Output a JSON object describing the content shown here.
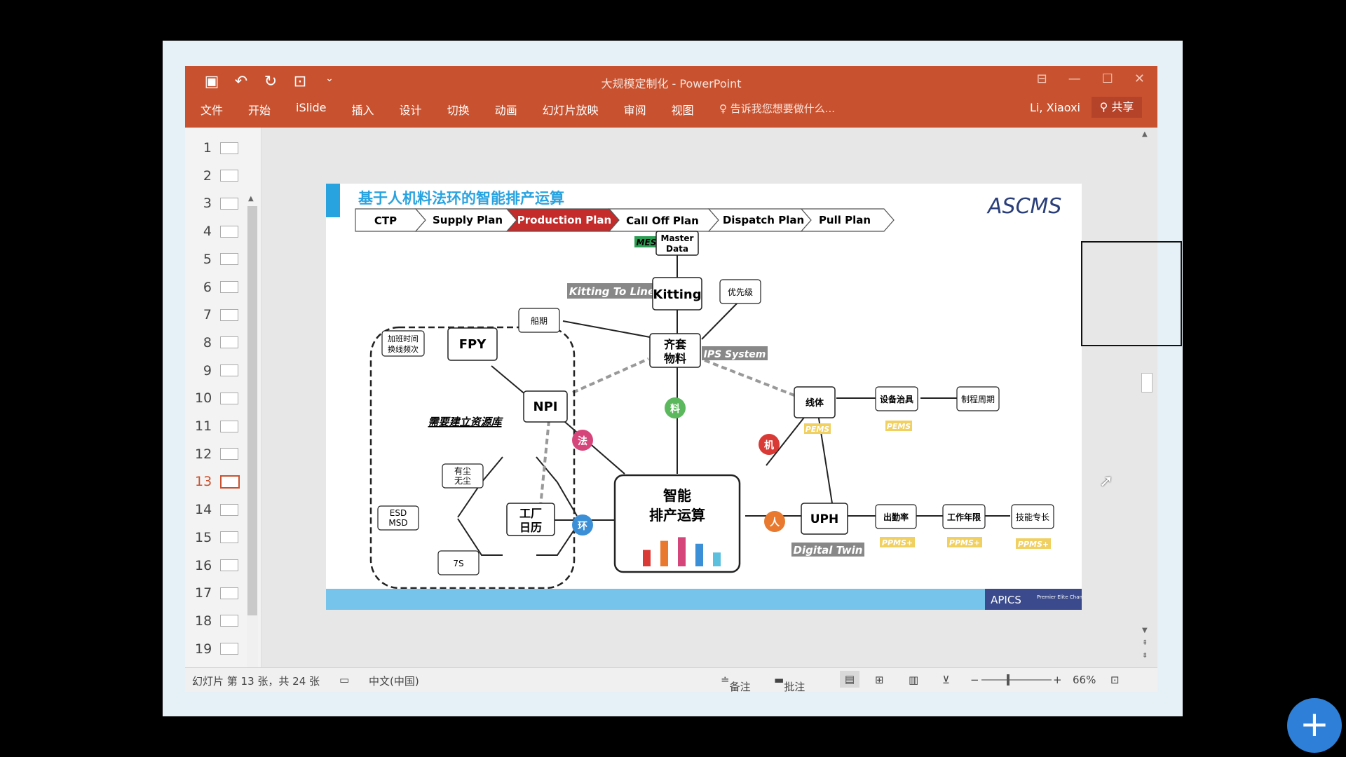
{
  "window": {
    "title": "大规模定制化 - PowerPoint",
    "menu": [
      "文件",
      "开始",
      "iSlide",
      "插入",
      "设计",
      "切换",
      "动画",
      "幻灯片放映",
      "审阅",
      "视图"
    ],
    "tellme": "告诉我您想要做什么...",
    "user": "Li, Xiaoxi",
    "share": "共享"
  },
  "thumbnails": [
    "1",
    "2",
    "3",
    "4",
    "5",
    "6",
    "7",
    "8",
    "9",
    "10",
    "11",
    "12",
    "13",
    "14",
    "15",
    "16",
    "17",
    "18",
    "19"
  ],
  "active_slide": 13,
  "status": {
    "slide_info": "幻灯片 第 13 张，共 24 张",
    "language": "中文(中国)",
    "notes": "备注",
    "comments": "批注",
    "zoom": "66%"
  },
  "slide": {
    "title": "基于人机料法环的智能排产运算",
    "logo": "ASCMS",
    "process_steps": [
      "CTP",
      "Supply Plan",
      "Production Plan",
      "Call Off Plan",
      "Dispatch Plan",
      "Pull Plan"
    ],
    "active_step": "Production Plan",
    "footer_logo": "APICS",
    "footer_sub": "Premier Elite Channel Partner",
    "nodes": {
      "mes": "MES",
      "master_data": "Master Data",
      "kitting_to_line": "Kitting To Line",
      "kitting": "Kitting",
      "priority": "优先级",
      "lead_time": "船期",
      "matching_material": "齐套物料",
      "ips_system": "IPS System",
      "overtime": "加班时间 换线频次",
      "fpy": "FPY",
      "npi": "NPI",
      "resource_pool": "需要建立资源库",
      "dust": "有尘 无尘",
      "esd": "ESD MSD",
      "factory_calendar": "工厂日历",
      "seven_s": "7S",
      "core": "智能排产运算",
      "line_body": "线体",
      "equipment": "设备治具",
      "process_cycle": "制程周期",
      "pems1": "PEMS",
      "pems2": "PEMS",
      "uph": "UPH",
      "digital_twin": "Digital Twin",
      "attendance": "出勤率",
      "work_years": "工作年限",
      "skills": "技能专长",
      "ppms1": "PPMS+",
      "ppms2": "PPMS+",
      "ppms3": "PPMS+",
      "c_material": "料",
      "c_method": "法",
      "c_machine": "机",
      "c_env": "环",
      "c_person": "人"
    },
    "colors": {
      "accent_blue": "#29a3e0",
      "active_red": "#c42b2b",
      "material_green": "#5cb85c",
      "method_pink": "#d6457a",
      "machine_red": "#d93a35",
      "env_blue": "#3b8fd6",
      "person_orange": "#e8792e",
      "footer": "#76c3ec"
    },
    "core_bars": [
      0.45,
      0.7,
      0.8,
      0.62,
      0.38
    ],
    "core_bar_colors": [
      "#d93a35",
      "#e8792e",
      "#d6457a",
      "#3b8fd6",
      "#5bc0de"
    ]
  }
}
